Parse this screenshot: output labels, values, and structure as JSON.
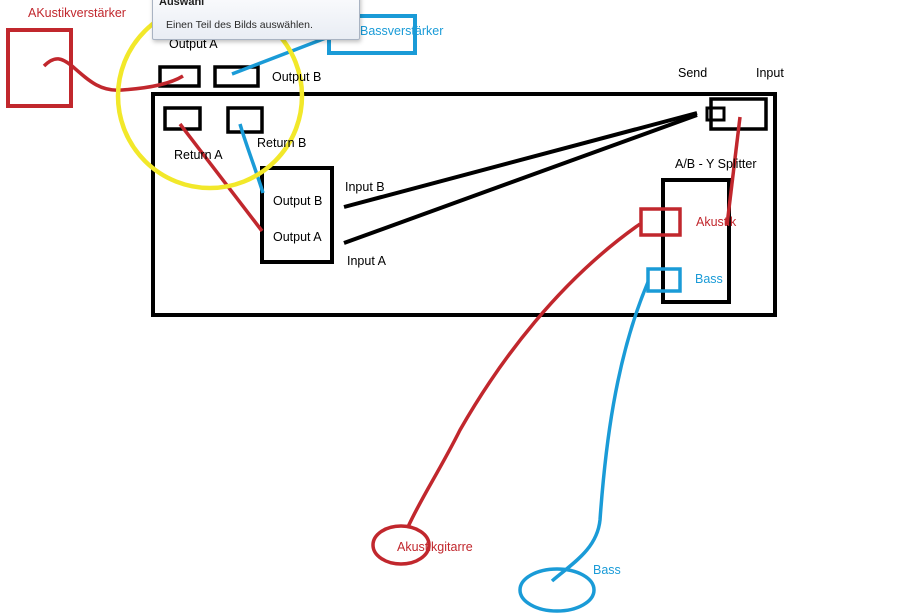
{
  "tooltip": {
    "title": "Auswahl",
    "text": "Einen Teil des Bilds auswählen."
  },
  "labels": {
    "akustikverstaerker": "AKustikverstärker",
    "bassverstaerker": "Bassverstärker",
    "output_a_top": "Output A",
    "output_b_top": "Output B",
    "return_a": "Return A",
    "return_b": "Return B",
    "send": "Send",
    "input": "Input",
    "splitter": "A/B - Y Splitter",
    "akustik": "Akustik",
    "bass_port": "Bass",
    "box_output_b": "Output B",
    "box_output_a": "Output A",
    "input_b": "Input B",
    "input_a": "Input A",
    "akustikgitarre": "Akustikgitarre",
    "bass_guitar": "Bass"
  },
  "colors": {
    "black": "#000000",
    "red": "#c1272d",
    "blue": "#1a9bd7",
    "yellow": "#f2e82a"
  }
}
